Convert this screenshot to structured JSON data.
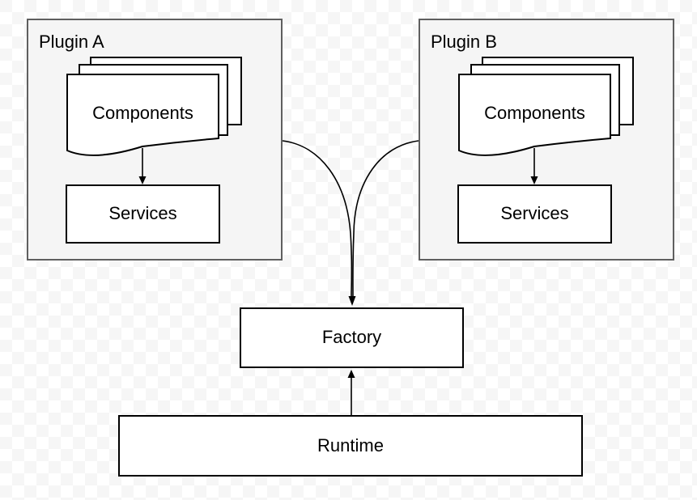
{
  "canvas": {
    "background": "transparency-checkerboard",
    "checker_light": "#ffffff",
    "checker_dark": "#f6f6f6"
  },
  "nodes": {
    "plugin_a": {
      "label": "Plugin A",
      "type": "container"
    },
    "plugin_a_components": {
      "label": "Components",
      "type": "document-stack"
    },
    "plugin_a_services": {
      "label": "Services",
      "type": "rectangle"
    },
    "plugin_b": {
      "label": "Plugin B",
      "type": "container"
    },
    "plugin_b_components": {
      "label": "Components",
      "type": "document-stack"
    },
    "plugin_b_services": {
      "label": "Services",
      "type": "rectangle"
    },
    "factory": {
      "label": "Factory",
      "type": "rectangle"
    },
    "runtime": {
      "label": "Runtime",
      "type": "rectangle"
    }
  },
  "edges": [
    {
      "from": "plugin_a_components",
      "to": "plugin_a_services",
      "style": "straight-arrow"
    },
    {
      "from": "plugin_b_components",
      "to": "plugin_b_services",
      "style": "straight-arrow"
    },
    {
      "from": "plugin_a",
      "to": "factory",
      "style": "curved-arrow"
    },
    {
      "from": "plugin_b",
      "to": "factory",
      "style": "curved-arrow"
    },
    {
      "from": "runtime",
      "to": "factory",
      "style": "straight-arrow"
    }
  ],
  "colors": {
    "container_fill": "#f5f5f5",
    "container_stroke": "#5f5f5f",
    "node_fill": "#ffffff",
    "node_stroke": "#000000",
    "connector": "#000000",
    "text": "#000000"
  }
}
